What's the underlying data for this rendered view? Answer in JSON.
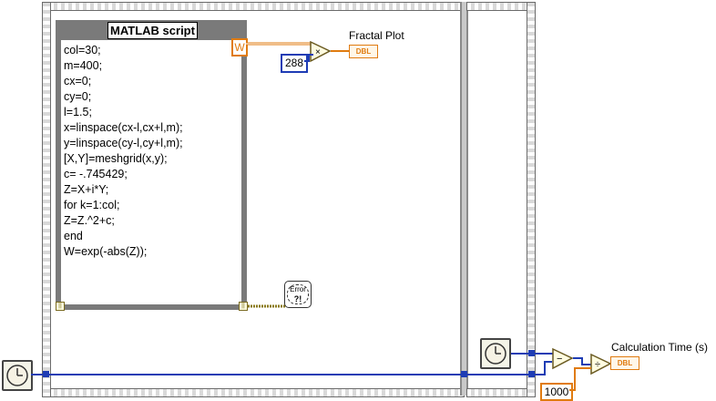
{
  "script_node": {
    "title": "MATLAB script",
    "lines": [
      "col=30;",
      "m=400;",
      "cx=0;",
      "cy=0;",
      "l=1.5;",
      "x=linspace(cx-l,cx+l,m);",
      "y=linspace(cy-l,cy+l,m);",
      "[X,Y]=meshgrid(x,y);",
      "c= -.745429;",
      "Z=X+i*Y;",
      "for k=1:col;",
      "Z=Z.^2+c;",
      "end",
      "W=exp(-abs(Z));"
    ],
    "output_var": "W"
  },
  "constants": {
    "multiplier": "288",
    "divisor": "1000"
  },
  "indicators": {
    "fractal_plot_label": "Fractal Plot",
    "calc_time_label": "Calculation Time (s)",
    "dbl_tag": "DBL"
  },
  "error_cluster": {
    "text": "Error"
  },
  "colors": {
    "dbl_orange": "#e07b10",
    "i32_blue": "#1e3cb4",
    "error_wire": "#8a7a1a"
  }
}
